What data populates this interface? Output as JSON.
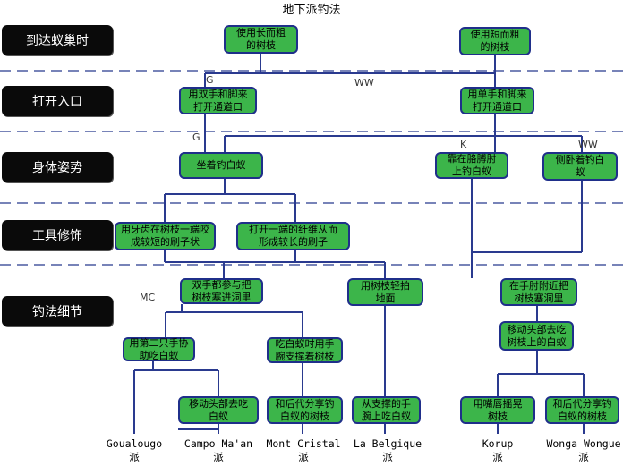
{
  "title": "地下派钓法",
  "stages": [
    "到达蚁巢时",
    "打开入口",
    "身体姿势",
    "工具修饰",
    "钓法细节"
  ],
  "boxes": {
    "b1": "使用长而粗\n的树枝",
    "b2": "使用短而粗\n的树枝",
    "b3": "用双手和脚来\n打开通道口",
    "b4": "用单手和脚来\n打开通道口",
    "b5": "坐着钓白蚁",
    "b6": "靠在胳膊肘\n上钓白蚁",
    "b7": "侧卧着钓白\n蚁",
    "b8": "用牙齿在树枝一端咬\n成较短的刷子状",
    "b9": "打开一端的纤维从而\n形成较长的刷子",
    "b10": "双手都参与把\n树枝塞进洞里",
    "b11": "用树枝轻拍\n地面",
    "b12": "在手肘附近把\n树枝塞洞里",
    "b13": "用第二只手协\n助吃白蚁",
    "b14": "吃白蚁时用手\n腕支撑着树枝",
    "b15": "移动头部去吃\n树枝上的白蚁",
    "b16": "移动头部去吃\n白蚁",
    "b17": "和后代分享钓\n白蚁的树枝",
    "b18": "从支撑的手\n腕上吃白蚁",
    "b19": "用嘴唇摇晃\n树枝",
    "b20": "和后代分享钓\n白蚁的树枝"
  },
  "labels": {
    "g1": "G",
    "ww1": "WW",
    "g2": "G",
    "k": "K",
    "ww2": "WW",
    "mc": "MC"
  },
  "bottom": [
    {
      "name": "Goualougo",
      "suffix": "派"
    },
    {
      "name": "Campo Ma'an",
      "suffix": "派"
    },
    {
      "name": "Mont Cristal",
      "suffix": "派"
    },
    {
      "name": "La Belgique",
      "suffix": "派"
    },
    {
      "name": "Korup",
      "suffix": "派"
    },
    {
      "name": "Wonga Wongue",
      "suffix": "派"
    }
  ],
  "colors": {
    "node_fill": "#3cb54a",
    "node_border": "#1f2f8a",
    "line": "#2a3a8f",
    "dash": "#4a5aa0",
    "stage_fill": "#0a0a0a"
  }
}
